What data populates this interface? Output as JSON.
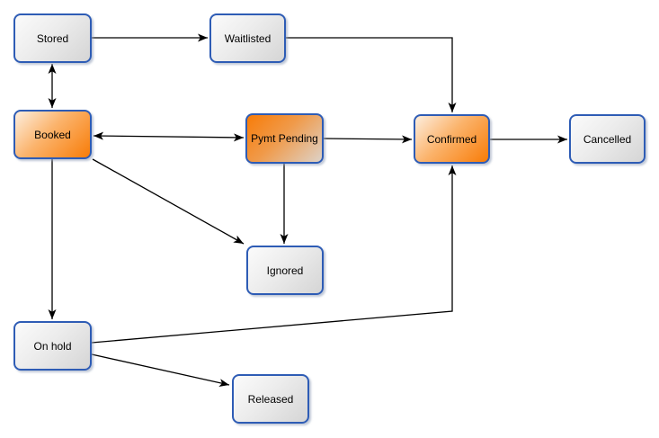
{
  "diagram": {
    "background_color": "#ffffff",
    "colors": {
      "node_border": "#2e5cb5",
      "orange_strong": "#f87c08",
      "orange_pale": "#fdeede",
      "gray_light": "#fbfbfb",
      "gray_dark": "#d5d5d5",
      "arrow": "#000000",
      "text": "#000000"
    },
    "nodes": {
      "stored": {
        "label": "Stored",
        "fill": "gray"
      },
      "waitlisted": {
        "label": "Waitlisted",
        "fill": "gray"
      },
      "booked": {
        "label": "Booked",
        "fill": "orange"
      },
      "pymt": {
        "label": "Pymt Pending",
        "fill": "orange-reversed"
      },
      "confirmed": {
        "label": "Confirmed",
        "fill": "orange"
      },
      "cancelled": {
        "label": "Cancelled",
        "fill": "gray"
      },
      "ignored": {
        "label": "Ignored",
        "fill": "gray"
      },
      "onhold": {
        "label": "On hold",
        "fill": "gray"
      },
      "released": {
        "label": "Released",
        "fill": "gray"
      }
    },
    "edges": [
      {
        "from": "Stored",
        "to": "Waitlisted",
        "bidirectional": false
      },
      {
        "from": "Stored",
        "to": "Booked",
        "bidirectional": true
      },
      {
        "from": "Waitlisted",
        "to": "Confirmed",
        "bidirectional": false
      },
      {
        "from": "Booked",
        "to": "Pymt Pending",
        "bidirectional": true
      },
      {
        "from": "Pymt Pending",
        "to": "Confirmed",
        "bidirectional": false
      },
      {
        "from": "Confirmed",
        "to": "Cancelled",
        "bidirectional": false
      },
      {
        "from": "Pymt Pending",
        "to": "Ignored",
        "bidirectional": false
      },
      {
        "from": "Booked",
        "to": "Ignored",
        "bidirectional": false
      },
      {
        "from": "Booked",
        "to": "On hold",
        "bidirectional": false
      },
      {
        "from": "On hold",
        "to": "Confirmed",
        "bidirectional": false
      },
      {
        "from": "On hold",
        "to": "Released",
        "bidirectional": false
      }
    ]
  }
}
